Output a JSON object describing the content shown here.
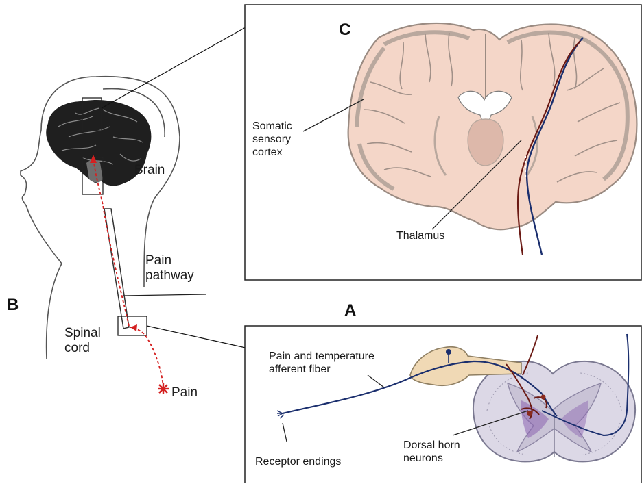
{
  "panels": {
    "A": {
      "letter": "A",
      "labels": {
        "fiber_line1": "Pain and temperature",
        "fiber_line2": "afferent fiber",
        "receptor": "Receptor endings",
        "dorsal_line1": "Dorsal horn",
        "dorsal_line2": "neurons"
      }
    },
    "B": {
      "letter": "B",
      "labels": {
        "brain": "Brain",
        "pathway_line1": "Pain",
        "pathway_line2": "pathway",
        "spinal_line1": "Spinal",
        "spinal_line2": "cord",
        "pain": "Pain"
      }
    },
    "C": {
      "letter": "C",
      "labels": {
        "cortex_line1": "Somatic",
        "cortex_line2": "sensory",
        "cortex_line3": "cortex",
        "thalamus": "Thalamus"
      }
    }
  },
  "colors": {
    "pain_path": "#d42020",
    "brain_tissue": "#f4d6c8",
    "grey_matter": "#b9a89e",
    "nerve_blue": "#1b2f6e",
    "nerve_red": "#6b1a14",
    "spinal_grey": "#c9c3d6",
    "dorsal_purple": "#8a62b0",
    "ganglion": "#f0d9b5"
  }
}
